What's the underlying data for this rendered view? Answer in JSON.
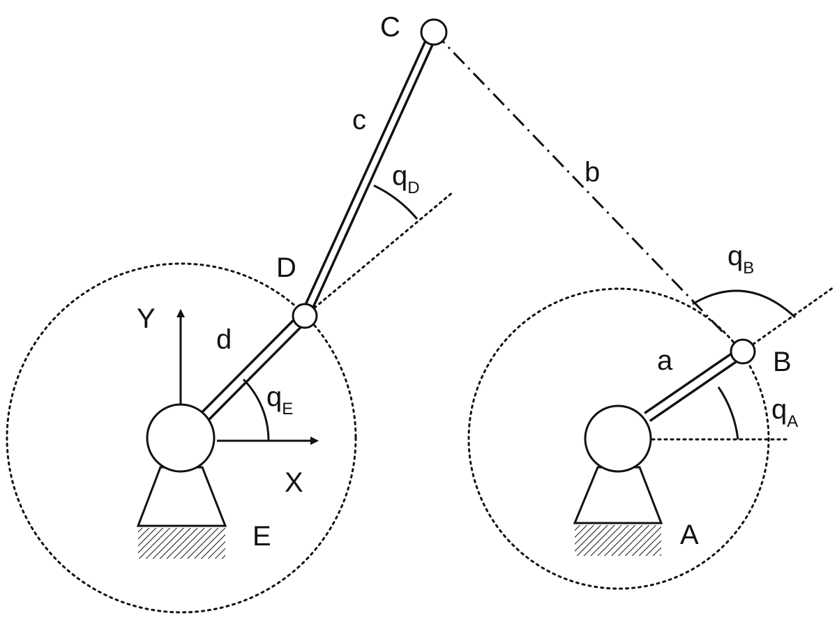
{
  "labels": {
    "A": "A",
    "B": "B",
    "C": "C",
    "D": "D",
    "E": "E",
    "a": "a",
    "b": "b",
    "c": "c",
    "d": "d",
    "X": "X",
    "Y": "Y",
    "qA": "q",
    "qA_sub": "A",
    "qB": "q",
    "qB_sub": "B",
    "qD": "q",
    "qD_sub": "D",
    "qE": "q",
    "qE_sub": "E"
  },
  "colors": {
    "ink": "#111111",
    "background": "#ffffff"
  }
}
